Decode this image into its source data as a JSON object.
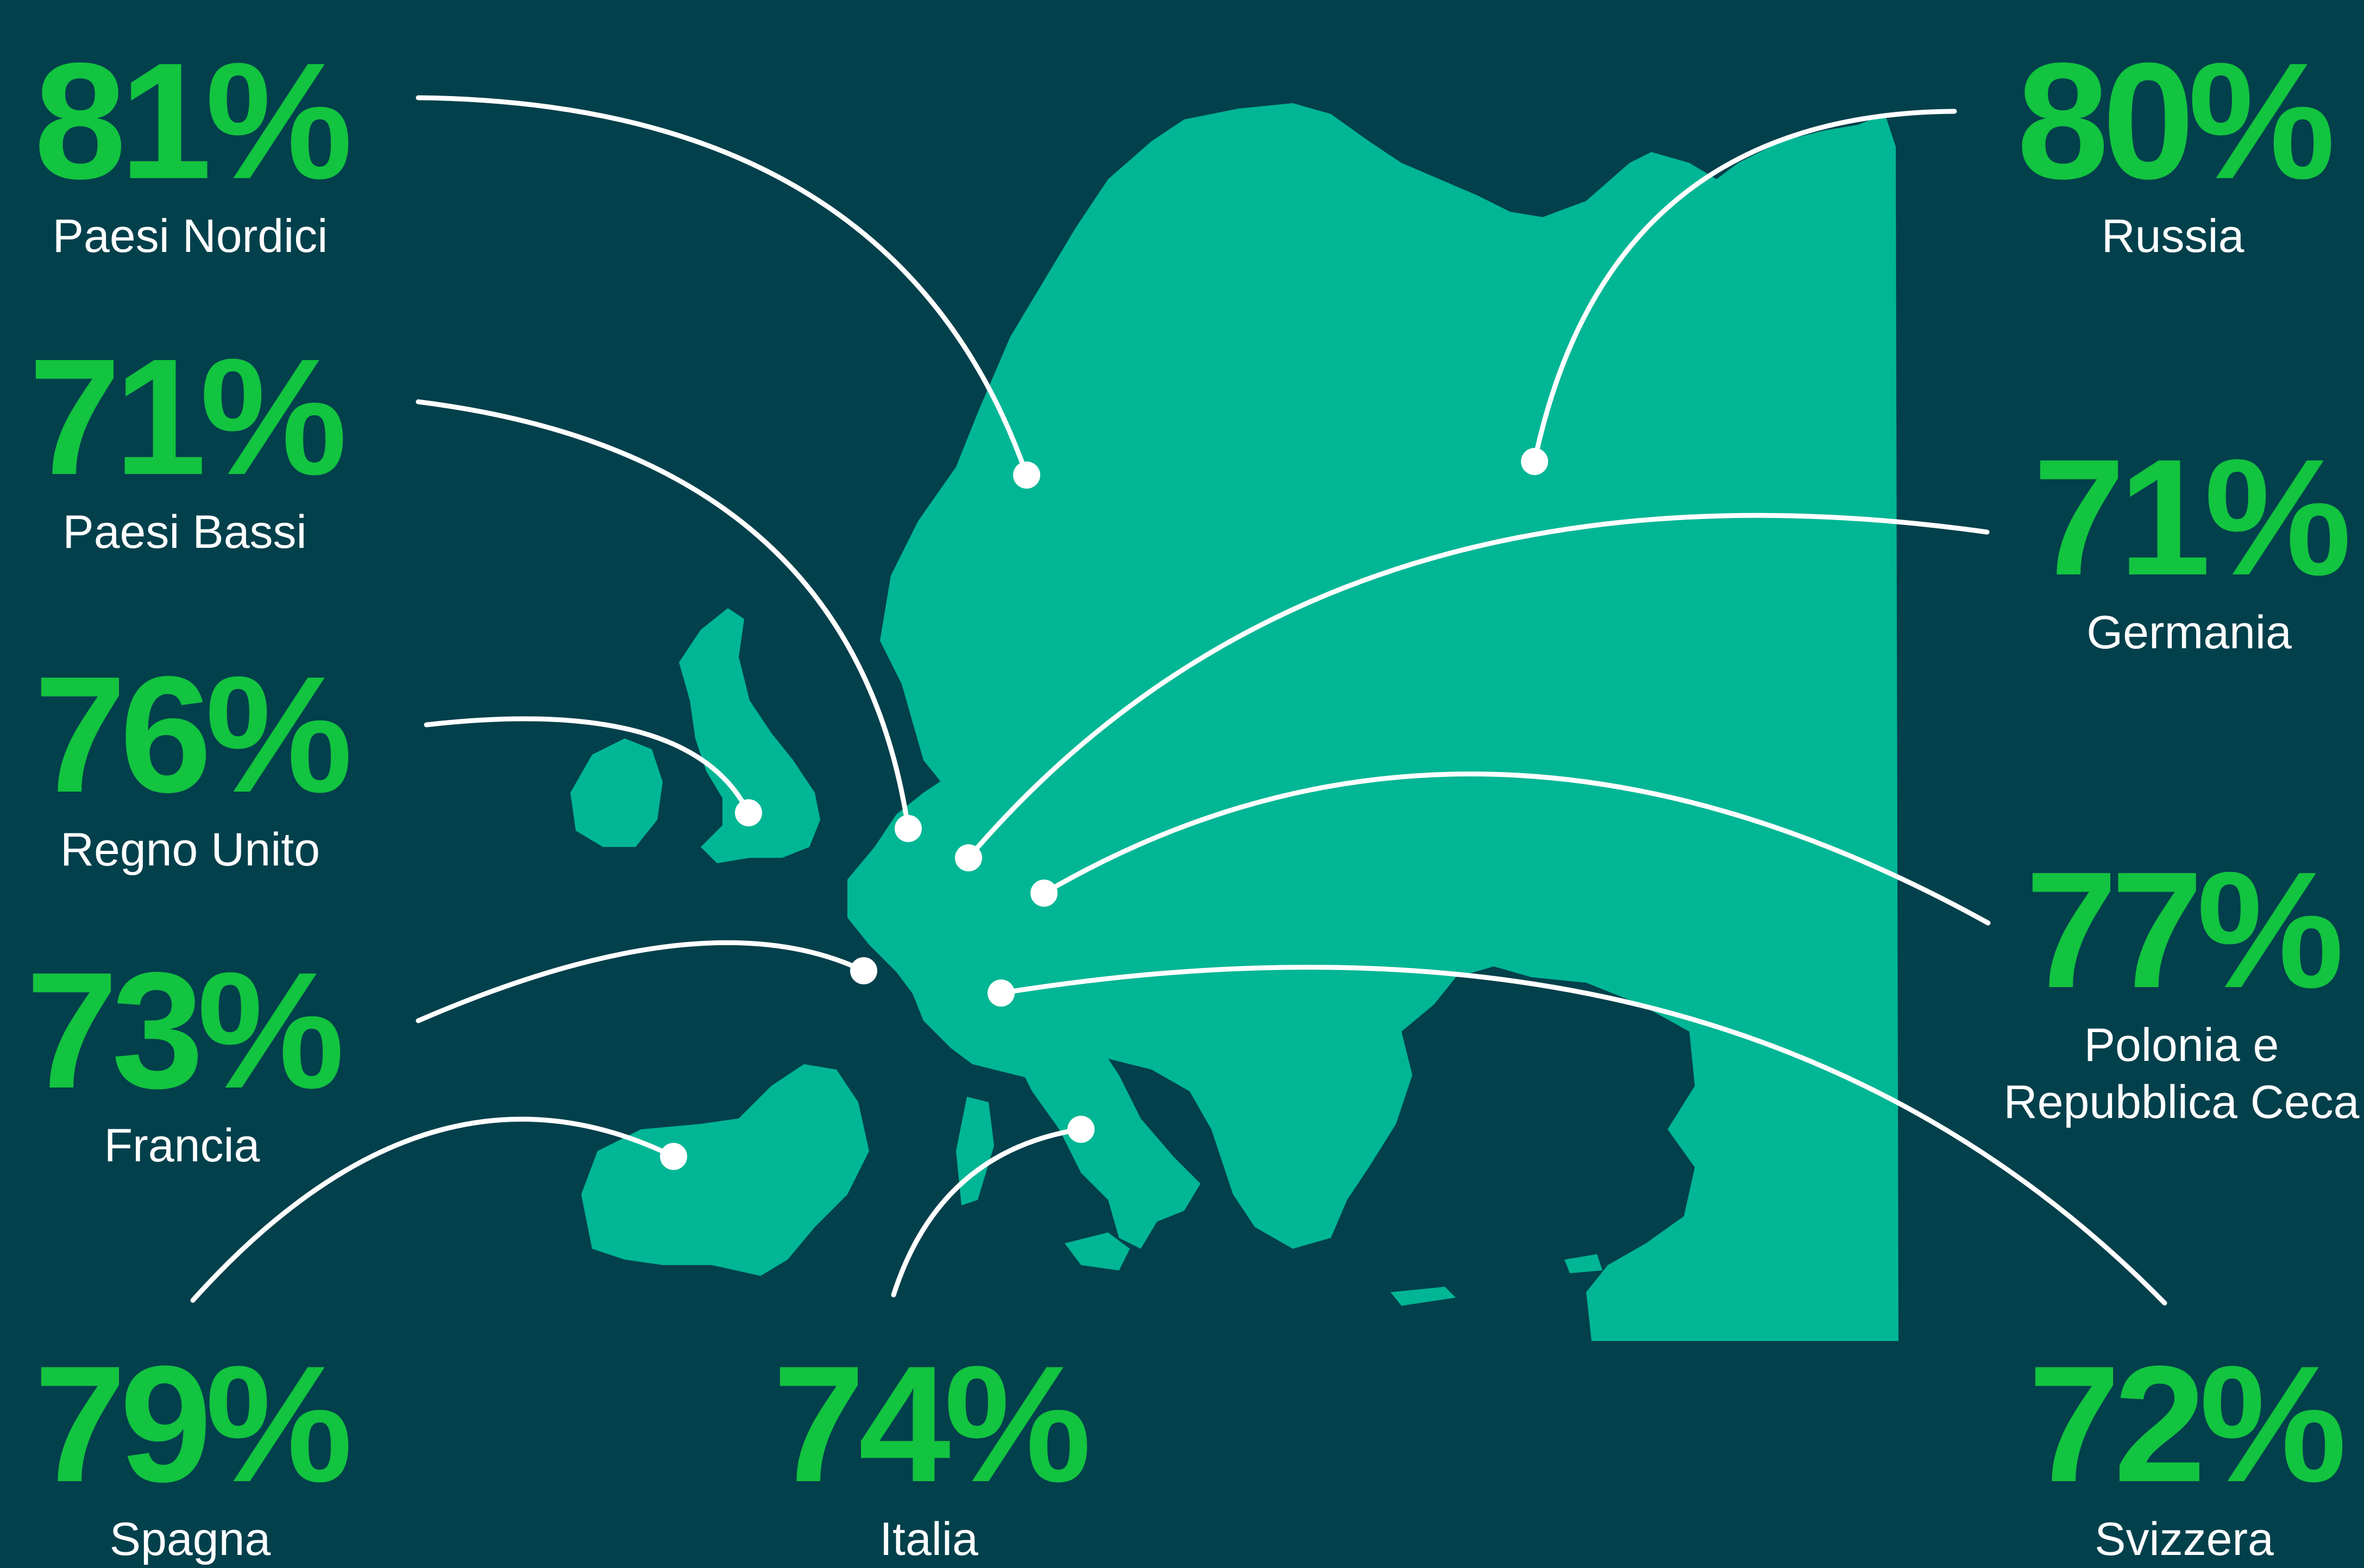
{
  "colors": {
    "background": "#02404c",
    "land": "#00b694",
    "percent": "#12c43f",
    "label": "#ffffff",
    "connector": "#ffffff"
  },
  "stats": [
    {
      "id": "paesi-nordici",
      "percent": "81%",
      "label": "Paesi Nordici"
    },
    {
      "id": "paesi-bassi",
      "percent": "71%",
      "label": "Paesi Bassi"
    },
    {
      "id": "regno-unito",
      "percent": "76%",
      "label": "Regno Unito"
    },
    {
      "id": "francia",
      "percent": "73%",
      "label": "Francia"
    },
    {
      "id": "spagna",
      "percent": "79%",
      "label": "Spagna"
    },
    {
      "id": "italia",
      "percent": "74%",
      "label": "Italia"
    },
    {
      "id": "russia",
      "percent": "80%",
      "label": "Russia"
    },
    {
      "id": "germania",
      "percent": "71%",
      "label": "Germania"
    },
    {
      "id": "polonia",
      "percent": "77%",
      "label_line1": "Polonia e",
      "label_line2": "Repubblica Ceca"
    },
    {
      "id": "svizzera",
      "percent": "72%",
      "label": "Svizzera"
    }
  ]
}
